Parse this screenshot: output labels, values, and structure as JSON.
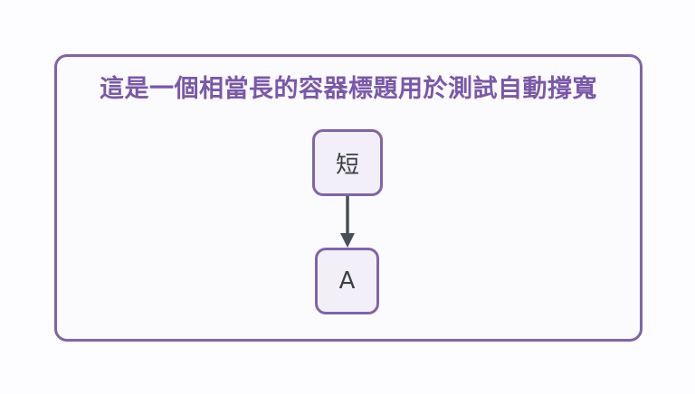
{
  "container": {
    "title": "這是一個相當長的容器標題用於測試自動撐寬"
  },
  "nodes": {
    "short": {
      "label": "短"
    },
    "a": {
      "label": "A"
    }
  },
  "edges": [
    {
      "from": "短",
      "to": "A"
    }
  ],
  "colors": {
    "border": "#8064a8",
    "title": "#7a58a8",
    "node_fill": "#f3eff9",
    "edge": "#48505a",
    "text": "#3a3f49"
  }
}
